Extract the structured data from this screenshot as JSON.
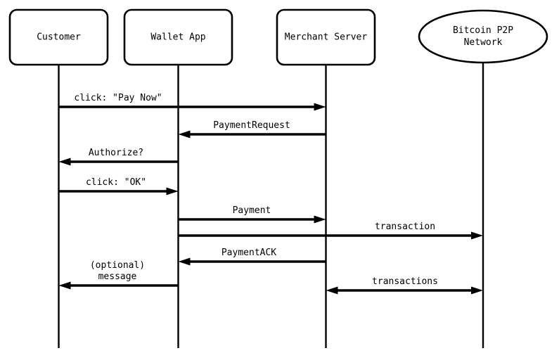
{
  "diagram": {
    "type": "sequence-diagram",
    "colors": {
      "line": "#000000",
      "text": "#000000",
      "background": "#ffffff"
    },
    "actors": [
      {
        "id": "customer",
        "label": "Customer",
        "shape": "rect"
      },
      {
        "id": "wallet",
        "label": "Wallet App",
        "shape": "rect"
      },
      {
        "id": "merchant",
        "label": "Merchant Server",
        "shape": "rect"
      },
      {
        "id": "network",
        "label": "Bitcoin P2P\nNetwork",
        "shape": "ellipse"
      }
    ],
    "messages": [
      {
        "from": "customer",
        "to": "merchant",
        "label": "click: \"Pay Now\"",
        "bidirectional": false
      },
      {
        "from": "merchant",
        "to": "wallet",
        "label": "PaymentRequest",
        "bidirectional": false
      },
      {
        "from": "wallet",
        "to": "customer",
        "label": "Authorize?",
        "bidirectional": false
      },
      {
        "from": "customer",
        "to": "wallet",
        "label": "click: \"OK\"",
        "bidirectional": false
      },
      {
        "from": "wallet",
        "to": "merchant",
        "label": "Payment",
        "bidirectional": false
      },
      {
        "from": "wallet",
        "to": "network",
        "label": "transaction",
        "bidirectional": false
      },
      {
        "from": "merchant",
        "to": "wallet",
        "label": "PaymentACK",
        "bidirectional": false
      },
      {
        "from": "wallet",
        "to": "customer",
        "label": "(optional)\nmessage",
        "bidirectional": false
      },
      {
        "from": "merchant",
        "to": "network",
        "label": "transactions",
        "bidirectional": true
      }
    ]
  }
}
